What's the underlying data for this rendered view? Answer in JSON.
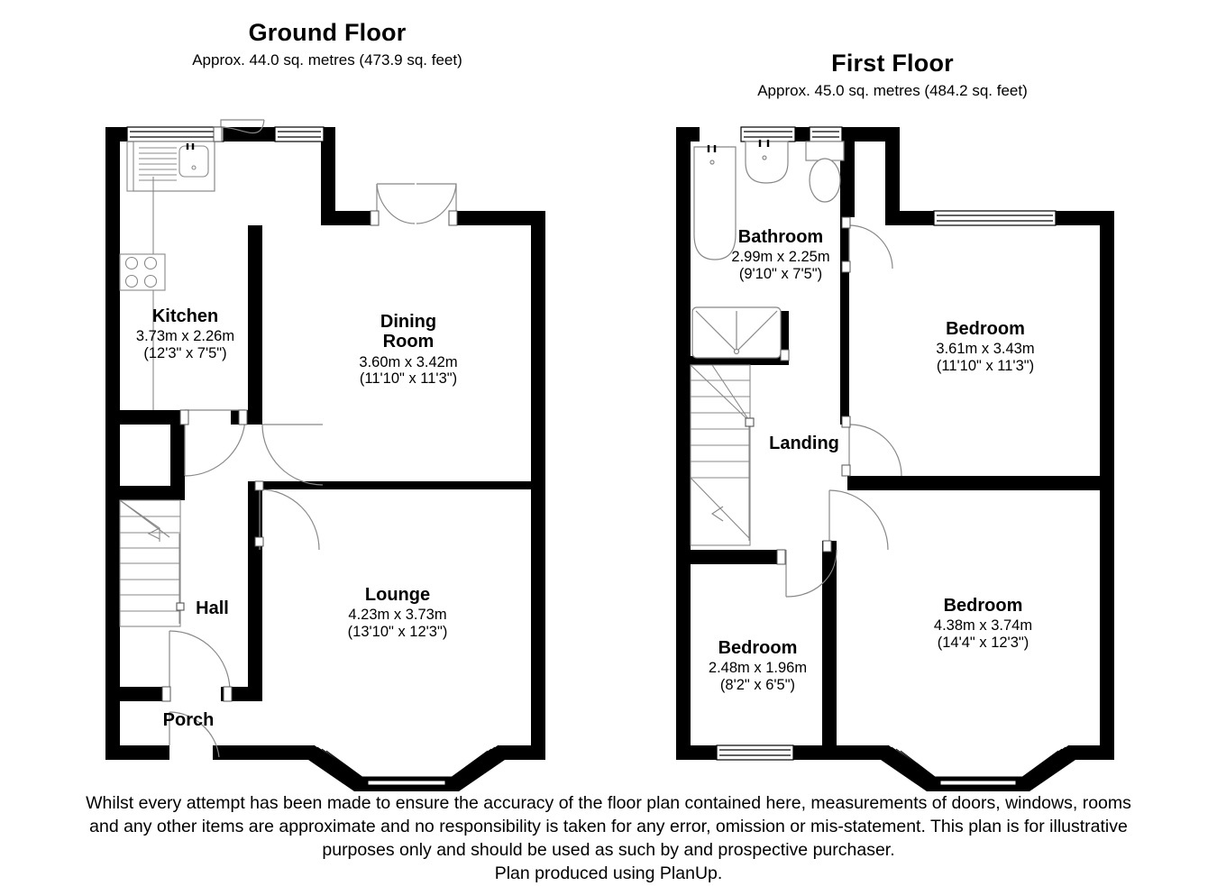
{
  "document": {
    "type": "floor-plan",
    "producer": "PlanUp"
  },
  "floors": [
    {
      "id": "ground",
      "title": "Ground Floor",
      "area_note": "Approx. 44.0 sq. metres (473.9 sq. feet)",
      "rooms": [
        {
          "name": "Kitchen",
          "metric": "3.73m x 2.26m",
          "imperial": "(12'3\" x 7'5\")"
        },
        {
          "name": "Dining",
          "name2": "Room",
          "metric": "3.60m x 3.42m",
          "imperial": "(11'10\" x 11'3\")"
        },
        {
          "name": "Lounge",
          "metric": "4.23m x 3.73m",
          "imperial": "(13'10\" x 12'3\")"
        },
        {
          "name": "Hall",
          "metric": "",
          "imperial": ""
        },
        {
          "name": "Porch",
          "metric": "",
          "imperial": ""
        }
      ]
    },
    {
      "id": "first",
      "title": "First Floor",
      "area_note": "Approx. 45.0 sq. metres (484.2 sq. feet)",
      "rooms": [
        {
          "name": "Bathroom",
          "metric": "2.99m x 2.25m",
          "imperial": "(9'10\" x 7'5\")"
        },
        {
          "name": "Bedroom",
          "metric": "3.61m x 3.43m",
          "imperial": "(11'10\" x 11'3\")"
        },
        {
          "name": "Landing",
          "metric": "",
          "imperial": ""
        },
        {
          "name": "Bedroom",
          "metric": "4.38m x 3.74m",
          "imperial": "(14'4\" x 12'3\")"
        },
        {
          "name": "Bedroom",
          "metric": "2.48m x 1.96m",
          "imperial": "(8'2\" x 6'5\")"
        }
      ]
    }
  ],
  "disclaimer": {
    "line1": "Whilst every attempt has been made to ensure the accuracy of the floor plan contained here, measurements of doors, windows, rooms",
    "line2": "and any other items are approximate and no responsibility is taken for any error, omission or mis-statement. This plan is for illustrative",
    "line3": "purposes only and should be used as such by and prospective purchaser.",
    "line4": "Plan produced using PlanUp."
  },
  "colors": {
    "wall": "#000000",
    "background": "#ffffff",
    "fixture_stroke": "#888888",
    "text": "#000000"
  },
  "fixtures": {
    "ground": [
      "sink-with-draining-board",
      "hob-four-burner",
      "staircase-up",
      "front-door",
      "bay-window",
      "windows"
    ],
    "first": [
      "bathtub",
      "wash-basin",
      "toilet",
      "shower-tray",
      "staircase-down",
      "bay-window",
      "windows"
    ]
  }
}
